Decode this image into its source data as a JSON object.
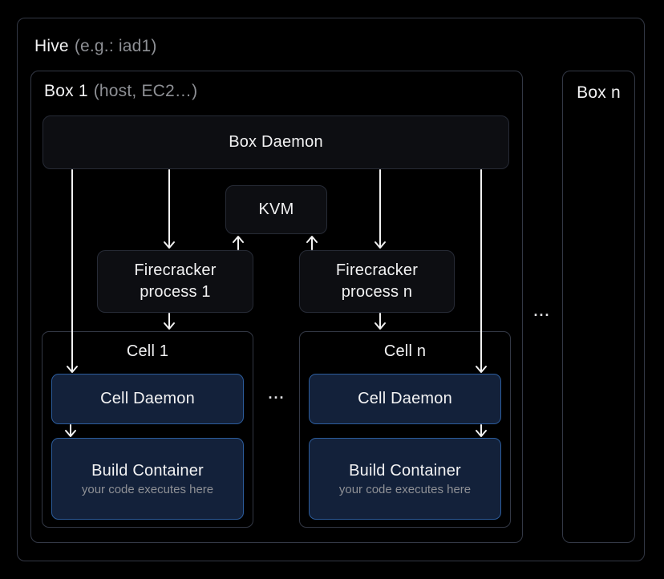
{
  "colors": {
    "bg": "#000000",
    "container-border": "#333845",
    "dark-box-bg": "#0d0e12",
    "dark-box-border": "#272b36",
    "navy-box-bg": "#13213a",
    "navy-box-border": "#2c5c9c",
    "text-primary": "#f2f2f3",
    "text-muted": "#8e9095",
    "arrow": "#f2f2f2"
  },
  "hive": {
    "title": "Hive",
    "subtitle": "(e.g.: iad1)"
  },
  "box1": {
    "title": "Box 1",
    "subtitle": "(host, EC2…)"
  },
  "boxn": {
    "title": "Box n"
  },
  "box_daemon": {
    "label": "Box Daemon"
  },
  "kvm": {
    "label": "KVM"
  },
  "firecracker_1": {
    "label": "Firecracker\nprocess 1"
  },
  "firecracker_n": {
    "label": "Firecracker\nprocess n"
  },
  "cell_1": {
    "title": "Cell 1",
    "daemon_label": "Cell Daemon",
    "build_label": "Build Container",
    "build_note": "your code executes here"
  },
  "cell_n": {
    "title": "Cell n",
    "daemon_label": "Cell Daemon",
    "build_label": "Build Container",
    "build_note": "your code executes here"
  },
  "ellipsis_between_cells": "...",
  "ellipsis_between_boxes": "..."
}
